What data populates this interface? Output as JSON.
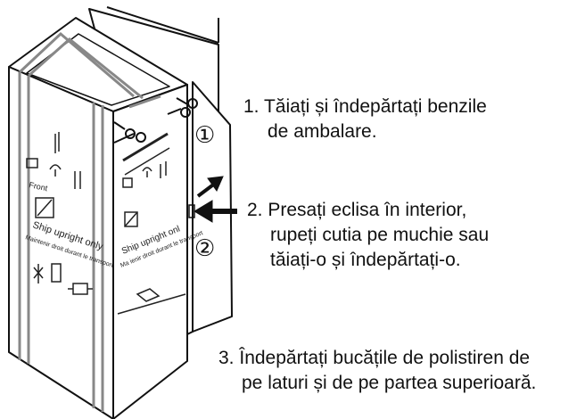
{
  "steps": [
    {
      "number": "1.",
      "text_line1": "Tăiați și îndepărtați benzile",
      "text_line2": "de ambalare."
    },
    {
      "number": "2.",
      "text_line1": "Presați eclisa în interior,",
      "text_line2": "rupeți cutia pe muchie sau",
      "text_line3": "tăiați-o și îndepărtați-o."
    },
    {
      "number": "3.",
      "text_line1": "Îndepărtați bucățile de polistiren de",
      "text_line2": "pe laturi și de pe partea superioară."
    }
  ],
  "callouts": {
    "circle_1": "①",
    "circle_2": "②"
  },
  "box_labels": {
    "front": "Front",
    "ship_upright": "Ship upright only",
    "ship_upright_side": "Ship upright onl",
    "maintenir": "Maintenir droit durant le transport",
    "maintenir_side": "Ma ienir droit durant le transport"
  },
  "colors": {
    "line": "#111111",
    "strap": "#888888",
    "arrow": "#111111"
  }
}
